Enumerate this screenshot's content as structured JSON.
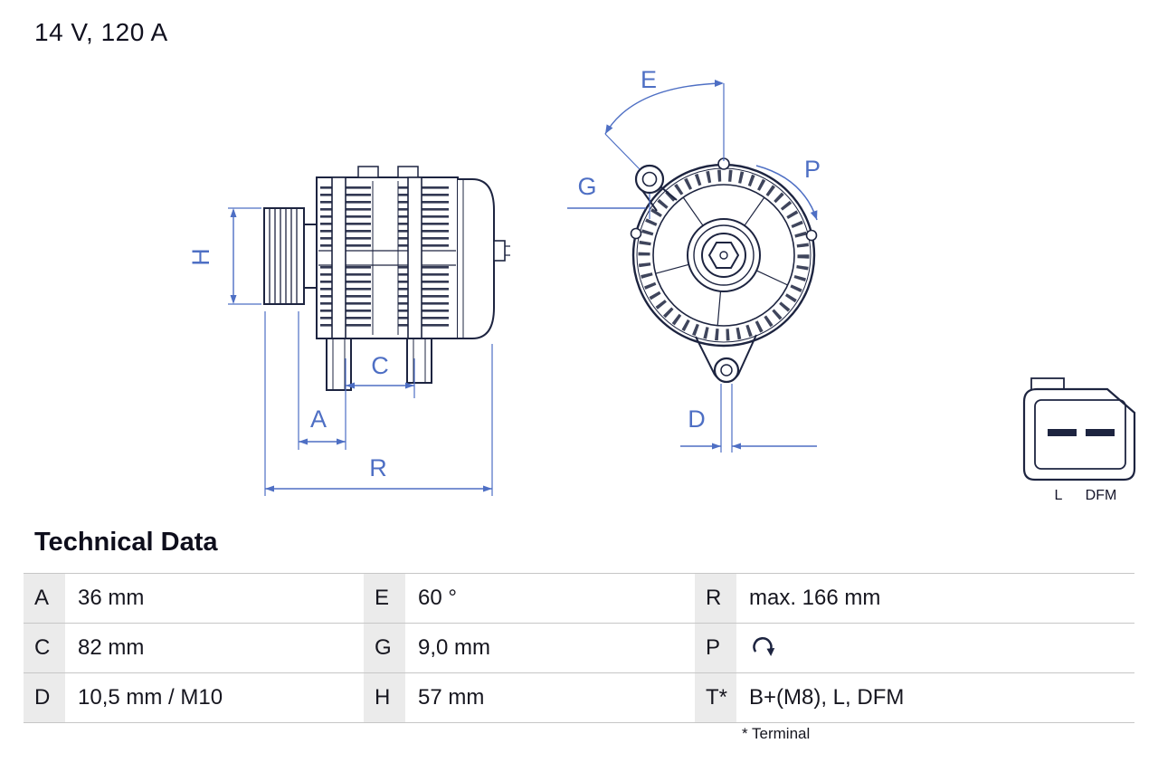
{
  "header": {
    "title": "14 V, 120 A"
  },
  "drawing": {
    "dimension_labels": {
      "h": "H",
      "a": "A",
      "c": "C",
      "r": "R",
      "e": "E",
      "g": "G",
      "p": "P",
      "d": "D"
    },
    "connector": {
      "pin_left": "L",
      "pin_right": "DFM"
    }
  },
  "table": {
    "heading": "Technical Data",
    "rows": [
      {
        "cells": [
          {
            "label": "A",
            "value": "36 mm"
          },
          {
            "label": "E",
            "value": "60 °"
          },
          {
            "label": "R",
            "value": "max. 166 mm"
          }
        ]
      },
      {
        "cells": [
          {
            "label": "C",
            "value": "82 mm"
          },
          {
            "label": "G",
            "value": "9,0 mm"
          },
          {
            "label": "P",
            "value": "",
            "icon": "rotation-direction-icon"
          }
        ]
      },
      {
        "cells": [
          {
            "label": "D",
            "value": "10,5 mm / M10"
          },
          {
            "label": "H",
            "value": "57 mm"
          },
          {
            "label": "T*",
            "value": "B+(M8), L, DFM"
          }
        ]
      }
    ],
    "footnote": "* Terminal"
  },
  "colors": {
    "line_dark": "#1d2440",
    "dimension_blue": "#4e6fc4",
    "table_line": "#c6c6c6",
    "label_cell_bg": "#ebebeb"
  }
}
